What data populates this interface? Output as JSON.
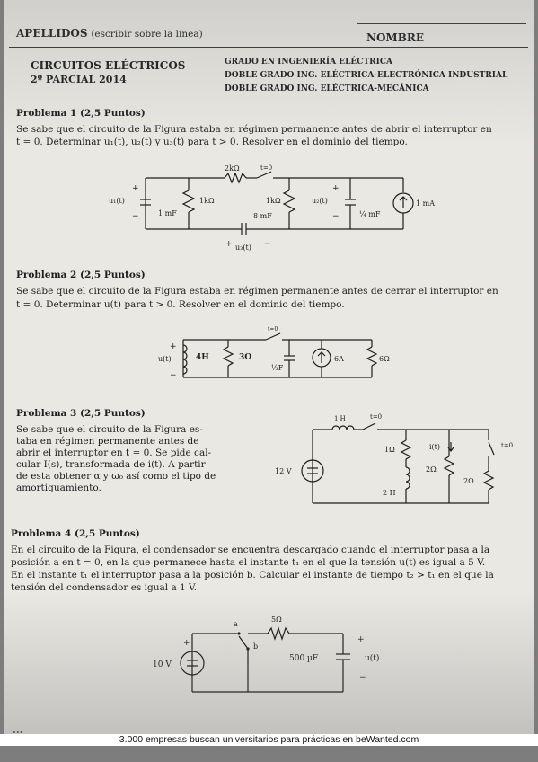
{
  "header": {
    "apellidos_label": "APELLIDOS",
    "apellidos_hint": "(escribir sobre la línea)",
    "nombre_label": "NOMBRE",
    "course": "CIRCUITOS ELÉCTRICOS",
    "exam": "2º PARCIAL 2014",
    "degrees": [
      "GRADO EN INGENIERÍA ELÉCTRICA",
      "DOBLE GRADO ING. ELÉCTRICA-ELECTRÓNICA INDUSTRIAL",
      "DOBLE GRADO ING. ELÉCTRICA-MECÁNICA"
    ]
  },
  "problems": [
    {
      "title": "Problema 1 (2,5 Puntos)",
      "lines": [
        "Se sabe que el circuito de la Figura estaba en régimen permanente antes de abrir el interruptor en",
        "t = 0. Determinar u₁(t), u₂(t) y u₃(t) para t > 0. Resolver en el dominio del tiempo."
      ],
      "circuit": {
        "r_top": "2kΩ",
        "switch": "t=0",
        "u1": "u₁(t)",
        "c1": "1 mF",
        "r1": "1kΩ",
        "c2": "8 mF",
        "r2": "1kΩ",
        "u2": "u₂(t)",
        "u3": "u₃(t)",
        "c3": "¼ mF",
        "source": "1 mA",
        "plus": "+",
        "minus": "−"
      }
    },
    {
      "title": "Problema 2 (2,5 Puntos)",
      "lines": [
        "Se sabe que el circuito de la Figura estaba en régimen permanente antes de cerrar el interruptor en",
        "t = 0. Determinar u(t) para t > 0. Resolver en el dominio del tiempo."
      ],
      "circuit": {
        "u": "u(t)",
        "l": "4H",
        "r1": "3Ω",
        "c": "⅓F",
        "source": "6A",
        "r2": "6Ω",
        "switch": "t=0",
        "plus": "+",
        "minus": "−"
      }
    },
    {
      "title": "Problema 3 (2,5 Puntos)",
      "lines": [
        "Se sabe que el circuito de la Figura es-",
        "taba en régimen permanente antes de",
        "abrir el interruptor en t = 0. Se pide cal-",
        "cular I(s), transformada de i(t). A partir",
        "de esta obtener α y ω₀ así como el tipo de",
        "amortiguamiento."
      ],
      "circuit": {
        "l1": "1 H",
        "switch1": "t=0",
        "source": "12 V",
        "r1": "1Ω",
        "l2": "2 H",
        "i": "i(t)",
        "r2": "2Ω",
        "r3": "2Ω",
        "switch2": "t=0"
      }
    },
    {
      "title": "Problema 4 (2,5 Puntos)",
      "lines": [
        "En el circuito de la Figura, el condensador se encuentra descargado cuando el interruptor pasa a la",
        "posición a en t = 0, en la que permanece hasta el instante t₁ en el que la tensión u(t) es igual a 5 V.",
        "En el instante t₁ el interruptor pasa a la posición b. Calcular el instante de tiempo t₂ > t₁ en el que la",
        "tensión del condensador es igual a 1 V."
      ],
      "circuit": {
        "source": "10 V",
        "a": "a",
        "b": "b",
        "r": "5Ω",
        "c": "500 µF",
        "u": "u(t)",
        "plus": "+",
        "minus": "−"
      }
    }
  ],
  "cut_text": "...",
  "footer_ad": "3.000 empresas buscan universitarios para prácticas en beWanted.com"
}
